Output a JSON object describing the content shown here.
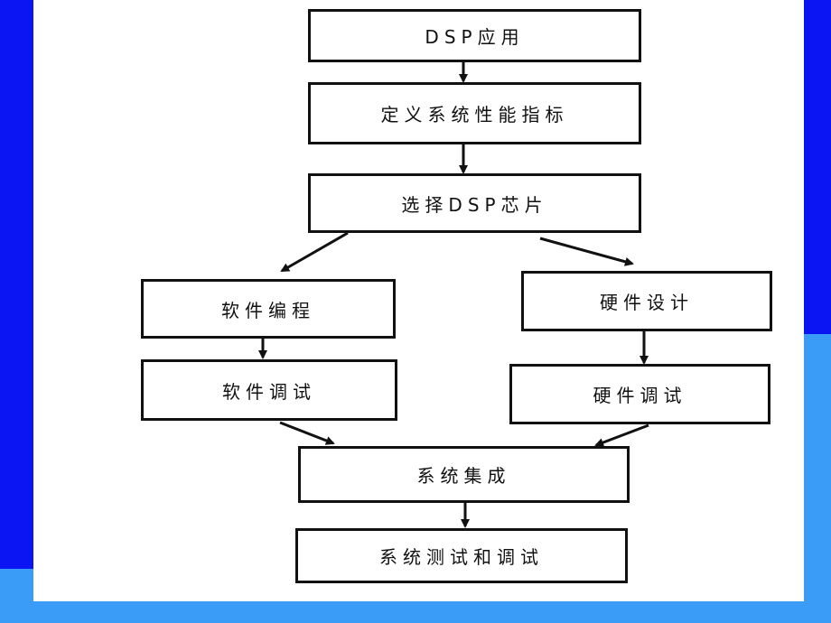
{
  "nodes": {
    "dsp_app": "DSP应用",
    "define_perf": "定义系统性能指标",
    "choose_chip": "选择DSP芯片",
    "sw_program": "软件编程",
    "sw_debug": "软件调试",
    "hw_design": "硬件设计",
    "hw_debug": "硬件调试",
    "sys_integration": "系统集成",
    "sys_test": "系统测试和调试"
  },
  "colors": {
    "frame_blue": "#0b14f2",
    "frame_light_blue": "#3a9cf6",
    "box_border": "#111111"
  }
}
